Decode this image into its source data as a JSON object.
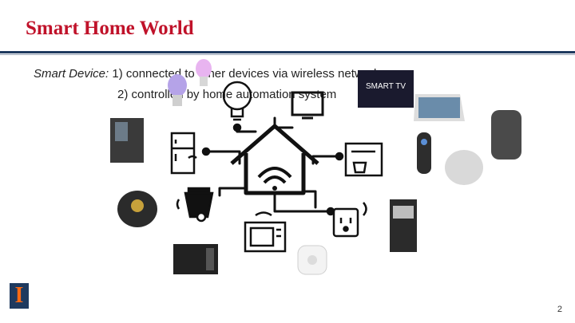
{
  "slide": {
    "title": "Smart Home World",
    "line1_label": "Smart Device:",
    "line1_text": " 1) connected to other devices via wireless networks",
    "line2_text": "2) controlled by home automation system",
    "page_number": "2",
    "tv_label": "SMART TV"
  },
  "colors": {
    "title": "#c0122a",
    "rule": "#1f3a5f",
    "logo_bg": "#1f3a5f",
    "logo_fg": "#ff6a13"
  },
  "icons": [
    "house-wifi-icon",
    "light-bulb-icon",
    "tv-icon",
    "fridge-icon",
    "coffee-maker-icon",
    "robot-vacuum-icon",
    "smart-plug-icon",
    "microwave-icon",
    "wifi-signal-icon"
  ]
}
